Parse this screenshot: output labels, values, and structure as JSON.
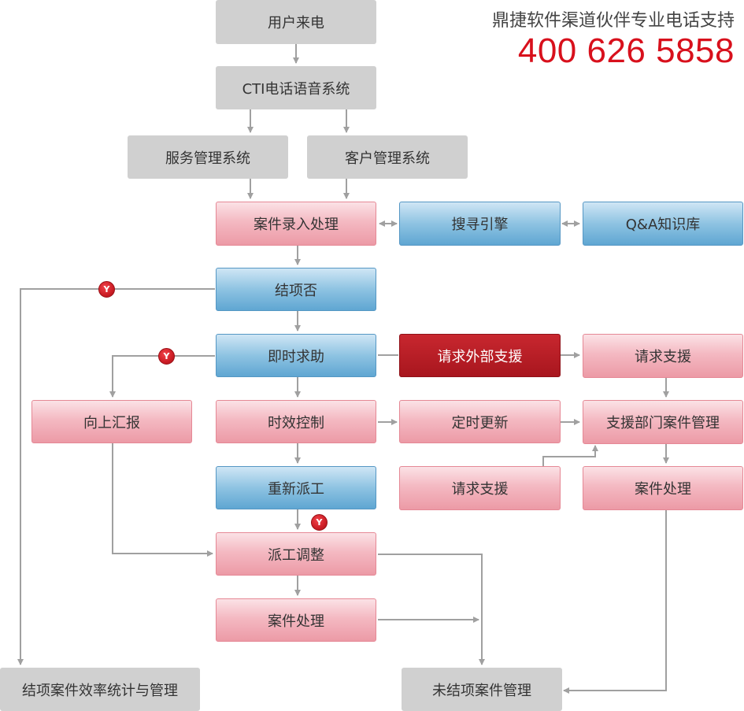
{
  "header": {
    "title": "鼎捷软件渠道伙伴专业电话支持",
    "phone": "400 626 5858"
  },
  "nodes": {
    "incoming_call": "用户来电",
    "cti": "CTI电话语音系统",
    "service_mgmt": "服务管理系统",
    "customer_mgmt": "客户管理系统",
    "case_entry": "案件录入处理",
    "search_engine": "搜寻引擎",
    "qa_kb": "Q&A知识库",
    "case_closed_q": "结项否",
    "instant_help": "即时求助",
    "request_external": "请求外部支援",
    "request_support_top": "请求支援",
    "escalate": "向上汇报",
    "time_control": "时效控制",
    "timed_update": "定时更新",
    "support_dept_mgmt": "支援部门案件管理",
    "reassign": "重新派工",
    "request_support_bottom": "请求支援",
    "case_handling_right": "案件处理",
    "dispatch_adjust": "派工调整",
    "case_handling": "案件处理",
    "closed_stats": "结项案件效率统计与管理",
    "open_case_mgmt": "未结项案件管理"
  },
  "badges": {
    "yes": "Y"
  },
  "colors": {
    "gray": "#d0d0d0",
    "pink": "#f4b9c2",
    "blue": "#8ec3e2",
    "dark_red": "#b01c23",
    "accent_red": "#d8101c",
    "line": "#a0a0a0"
  }
}
